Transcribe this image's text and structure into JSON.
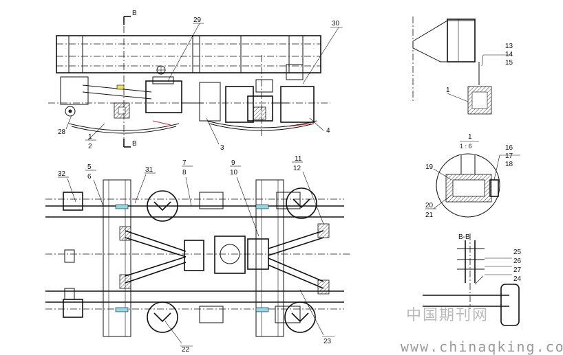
{
  "section_markers": {
    "b_top": "B",
    "b_bottom": "B"
  },
  "callouts": {
    "top_view": [
      "29",
      "30",
      "28",
      "1",
      "2",
      "3",
      "4"
    ],
    "plan_view": [
      "32",
      "5",
      "6",
      "31",
      "7",
      "8",
      "9",
      "10",
      "11",
      "12",
      "22",
      "23"
    ],
    "side_detail": [
      "13",
      "14",
      "15",
      "1"
    ],
    "detail_view": [
      "16",
      "17",
      "18",
      "19",
      "20",
      "21"
    ],
    "bb_view": [
      "25",
      "26",
      "27",
      "24"
    ]
  },
  "scale_label": {
    "numerator": "1",
    "denominator": "1 : 6"
  },
  "section_title": "B-B",
  "watermark": {
    "cn": "中国期刊网",
    "url": "www.chinaqking.com"
  }
}
